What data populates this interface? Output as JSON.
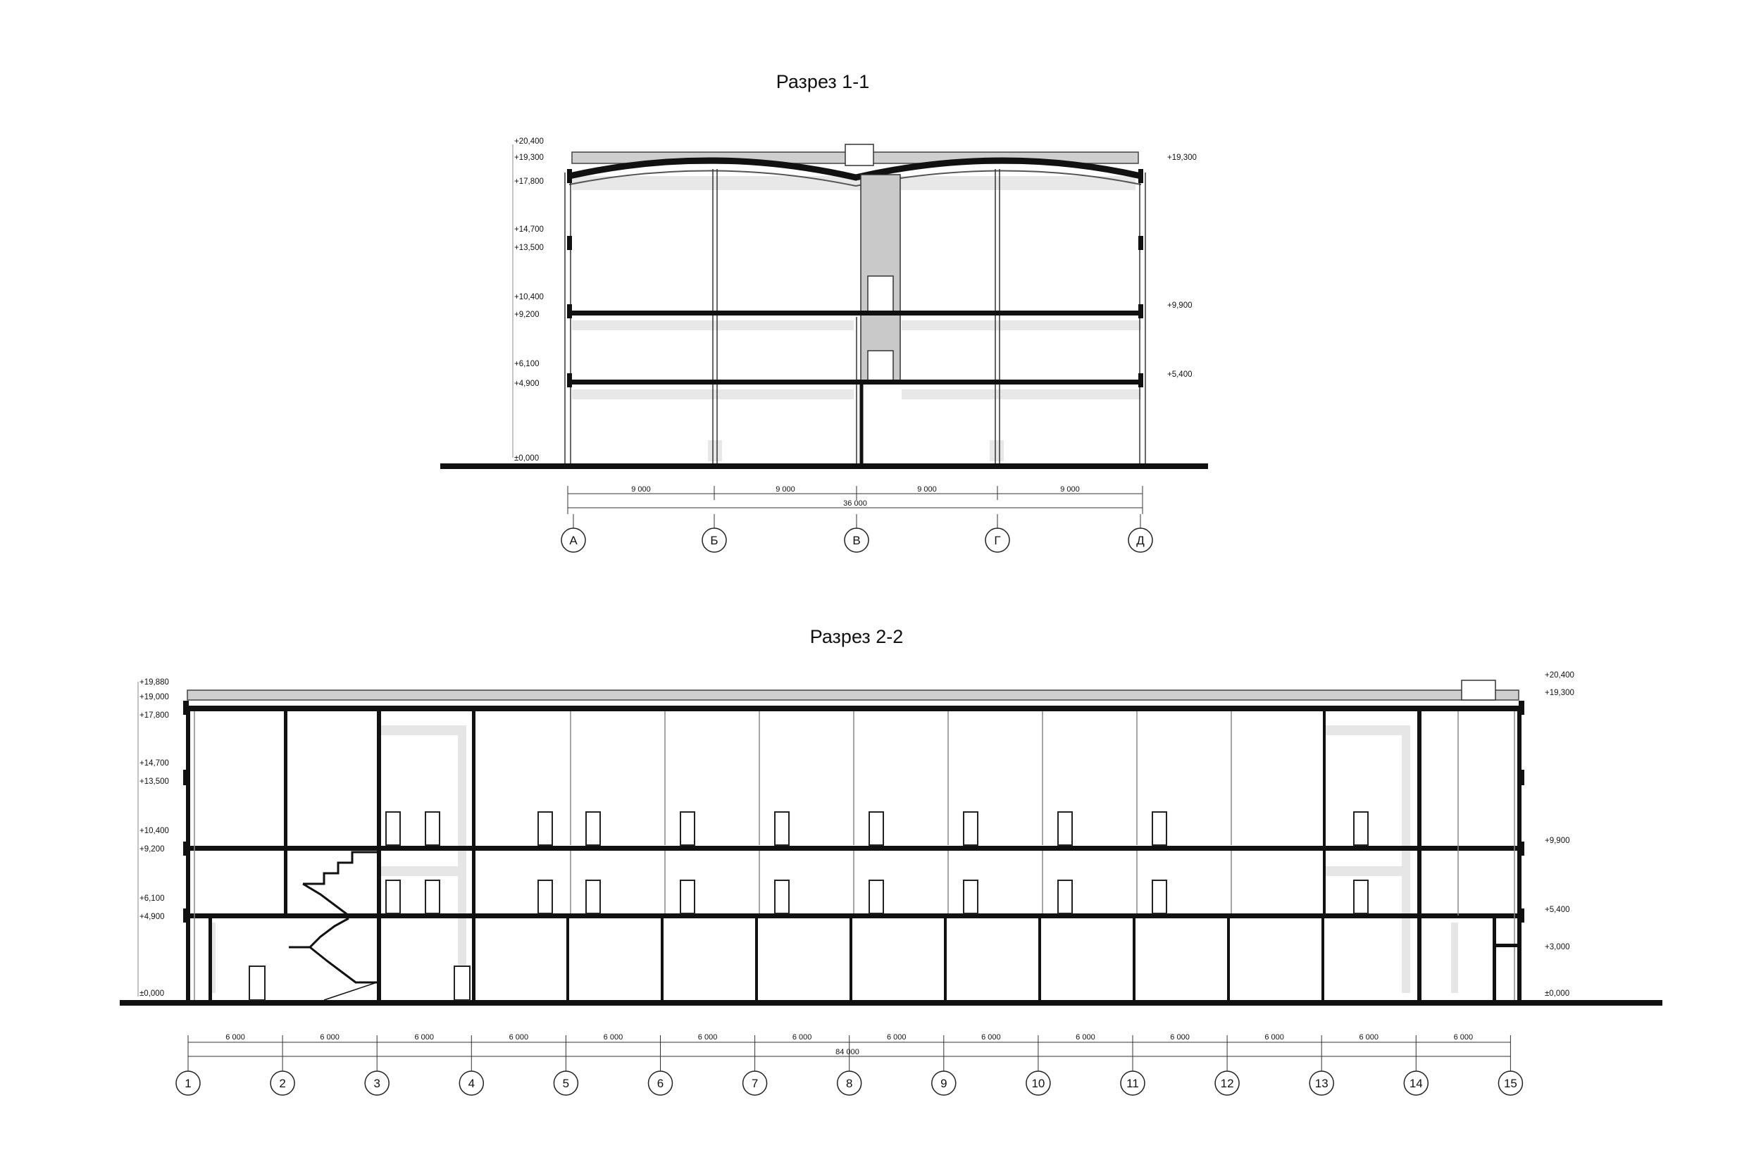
{
  "section_1": {
    "title": "Разрез 1-1",
    "levels_left": [
      "+20,400",
      "+19,300",
      "+17,800",
      "+14,700",
      "+13,500",
      "+10,400",
      "+9,200",
      "+6,100",
      "+4,900",
      "±0,000"
    ],
    "levels_right": [
      "+19,300",
      "+9,900",
      "+5,400"
    ],
    "spans": [
      "9 000",
      "9 000",
      "9 000",
      "9 000"
    ],
    "total": "36 000",
    "axes": [
      "А",
      "Б",
      "В",
      "Г",
      "Д"
    ]
  },
  "section_2": {
    "title": "Разрез 2-2",
    "levels_left": [
      "+19,880",
      "+19,000",
      "+17,800",
      "+14,700",
      "+13,500",
      "+10,400",
      "+9,200",
      "+6,100",
      "+4,900",
      "±0,000"
    ],
    "levels_right": [
      "+20,400",
      "+19,300",
      "+9,900",
      "+5,400",
      "+3,000",
      "±0,000"
    ],
    "spans": [
      "6 000",
      "6 000",
      "6 000",
      "6 000",
      "6 000",
      "6 000",
      "6 000",
      "6 000",
      "6 000",
      "6 000",
      "6 000",
      "6 000",
      "6 000",
      "6 000"
    ],
    "total": "84 000",
    "axes": [
      "1",
      "2",
      "3",
      "4",
      "5",
      "6",
      "7",
      "8",
      "9",
      "10",
      "11",
      "12",
      "13",
      "14",
      "15"
    ]
  }
}
